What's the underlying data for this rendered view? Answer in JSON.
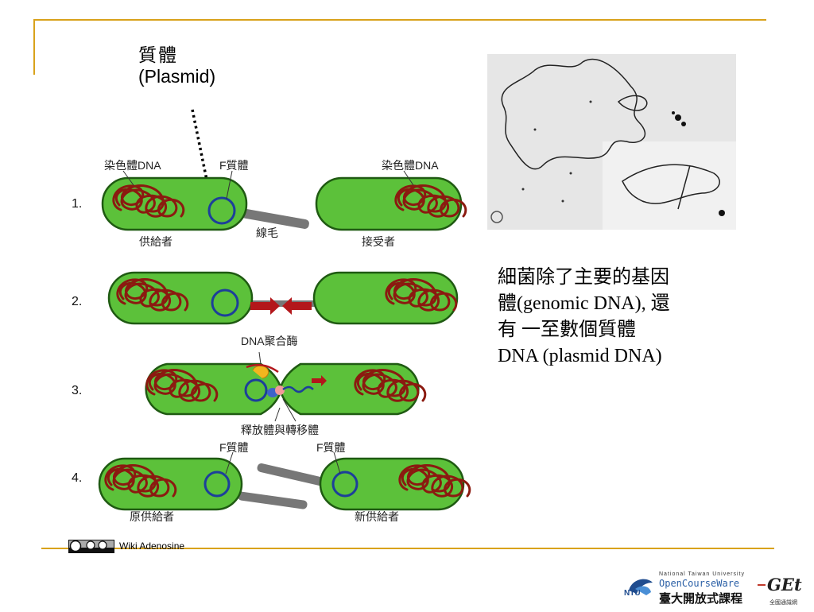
{
  "plasmid_heading": {
    "zh": "質體",
    "en": "(Plasmid)"
  },
  "diagram": {
    "steps": [
      "1.",
      "2.",
      "3.",
      "4."
    ],
    "labels": {
      "chromosome_dna_1": "染色體DNA",
      "f_plasmid_1": "F質體",
      "chromosome_dna_2": "染色體DNA",
      "pilus": "線毛",
      "donor": "供給者",
      "recipient": "接受者",
      "dna_polymerase": "DNA聚合酶",
      "relaxosome": "釋放體與轉移體",
      "f_plasmid_4a": "F質體",
      "f_plasmid_4b": "F質體",
      "original_donor": "原供給者",
      "new_donor": "新供給者"
    }
  },
  "description": {
    "line1": "細菌除了主要的基因",
    "line2": "體(genomic DNA), 還",
    "line3": "有 一至數個質體",
    "line4": "DNA (plasmid DNA)"
  },
  "credit": "Wiki Adenosine",
  "logo": {
    "university": "National Taiwan University",
    "ocw": "OpenCourseWare",
    "zh_name": "臺大開放式課程",
    "ntu": "NTU",
    "get": "GEt",
    "get_sub": "全國通識網"
  },
  "colors": {
    "accent": "#d9a21b",
    "cell": "#5cc13a",
    "cell_border": "#1f5a12",
    "chromosome": "#8b1a10",
    "plasmid": "#1c3f9a"
  }
}
